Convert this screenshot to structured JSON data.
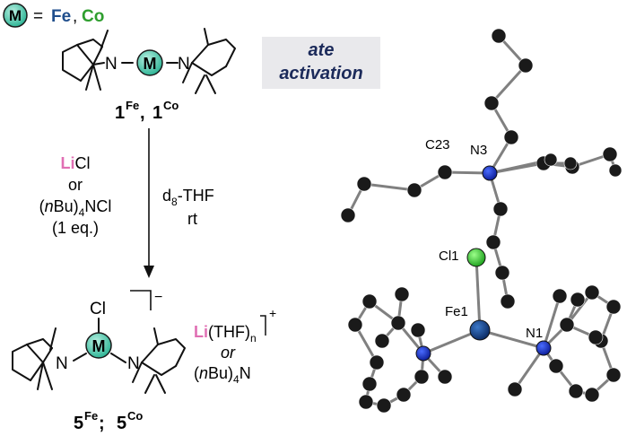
{
  "legend": {
    "metal_symbol": "M",
    "equals": "=",
    "metal_1": "Fe",
    "comma": ",",
    "metal_2": "Co",
    "metal_1_color": "#1f4e8c",
    "metal_2_color": "#2e9e2e",
    "metal_ball_color": "#3fc4a8"
  },
  "note": {
    "line1": "ate",
    "line2": "activation"
  },
  "reactant": {
    "atom_n": "N",
    "label_base": "1",
    "label_sup_1": "Fe",
    "label_sep": ", ",
    "label_sup_2": "Co"
  },
  "conditions": {
    "left_1_li": "Li",
    "left_1_rest": "Cl",
    "left_2": "or",
    "left_3_open": "(",
    "left_3_n": "n",
    "left_3_bu": "Bu)",
    "left_3_sub": "4",
    "left_3_rest": "NCl",
    "left_4": "(1 eq.)",
    "right_1_d": "d",
    "right_1_sub": "8",
    "right_1_rest": "-THF",
    "right_2": "rt",
    "li_color": "#e06fb3"
  },
  "product": {
    "cl": "Cl",
    "charge_minus": "−",
    "label_base": "5",
    "label_sup_1": "Fe",
    "label_sep": " ; ",
    "label_sup_2": "Co"
  },
  "counterion": {
    "li": "Li",
    "thf": "(THF)",
    "sub_n": "n",
    "charge_plus": "+",
    "or": "or",
    "open": "(",
    "n_italic": "n",
    "bu": "Bu)",
    "sub_4": "4",
    "rest": "N"
  },
  "crystal": {
    "labels": [
      "C23",
      "N3",
      "Cl1",
      "Fe1",
      "N1"
    ],
    "n_color": "#1f3fbf",
    "cl_color": "#3fcf3f",
    "fe_color": "#1f4e8c",
    "c_color": "#1a1a1a"
  }
}
